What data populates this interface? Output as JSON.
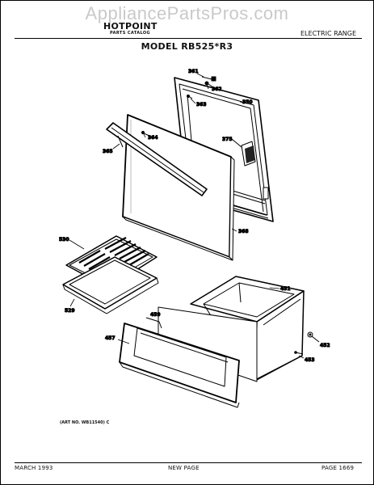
{
  "watermark": "AppliancePartsPros.com",
  "header": {
    "brand": "HOTPOINT",
    "catalog": "PARTS CATALOG",
    "category": "ELECTRIC RANGE",
    "model": "MODEL RB525*R3"
  },
  "parts": {
    "p361": "361",
    "p362": "362",
    "p363": "363",
    "p350": "350",
    "p364": "364",
    "p365": "365",
    "p375": "375",
    "p368": "368",
    "p530": "530",
    "p529": "529",
    "p451": "451",
    "p459": "459",
    "p457": "457",
    "p452": "452",
    "p453": "453"
  },
  "art_number": "(ART NO. WB11540) C",
  "footer": {
    "date": "MARCH 1993",
    "note": "NEW PAGE",
    "page": "PAGE 1669"
  }
}
